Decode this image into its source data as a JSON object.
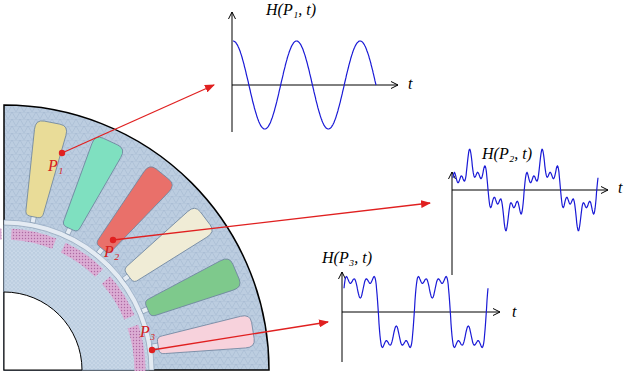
{
  "diagram": {
    "labels": [
      "H(P₁, t)",
      "t",
      "H(P₂, t)",
      "t",
      "H(P₃, t)",
      "t",
      "P₁",
      "P₂",
      "P₃"
    ]
  }
}
